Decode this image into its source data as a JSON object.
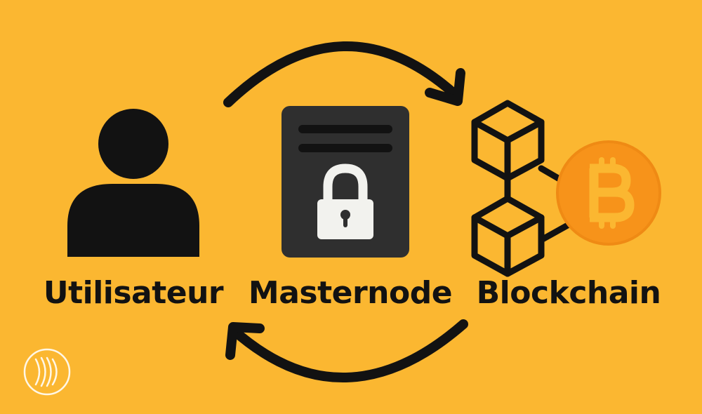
{
  "nodes": {
    "user": {
      "label": "Utilisateur",
      "icon": "user-icon"
    },
    "masternode": {
      "label": "Masternode",
      "icon": "locked-server-icon"
    },
    "blockchain": {
      "label": "Blockchain",
      "icon": "blockchain-cubes-icon",
      "badge_icon": "bitcoin-icon"
    }
  },
  "arrows": [
    {
      "from": "user",
      "to": "blockchain",
      "icon": "arrow-forward-icon"
    },
    {
      "from": "blockchain",
      "to": "user",
      "icon": "arrow-back-icon"
    }
  ],
  "brand": {
    "icon": "brand-logo-icon"
  },
  "colors": {
    "background": "#fbb731",
    "ink": "#121212",
    "server": "#2f2f2f",
    "bitcoin": "#f7931a"
  }
}
